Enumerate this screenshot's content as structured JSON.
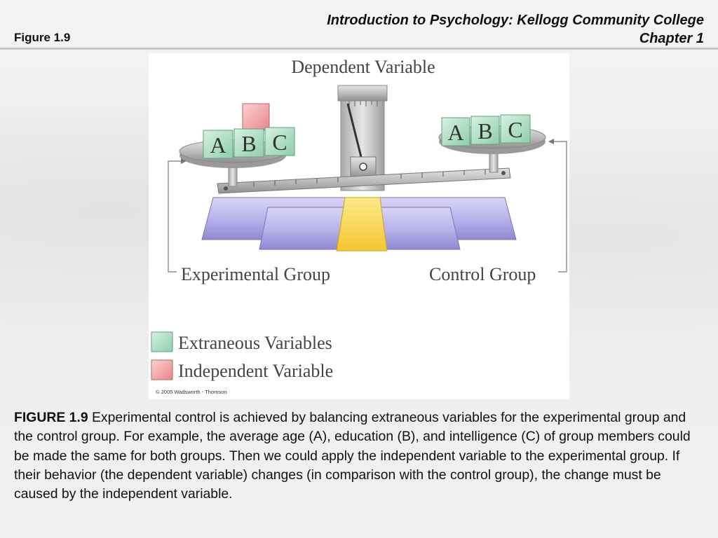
{
  "header": {
    "figure_label": "Figure 1.9",
    "title_line1": "Introduction to Psychology: Kellogg Community College",
    "title_line2": "Chapter 1"
  },
  "diagram": {
    "top_label": "Dependent Variable",
    "left_group_label": "Experimental Group",
    "right_group_label": "Control Group",
    "block_letters": [
      "A",
      "B",
      "C"
    ],
    "legend": [
      {
        "label": "Extraneous Variables",
        "color": "#a8dcc0"
      },
      {
        "label": "Independent Variable",
        "color": "#f2a6a8"
      }
    ],
    "copyright": "© 2005 Wadsworth - Thomson",
    "colors": {
      "extraneous_block": "#a8dcc0",
      "independent_block": "#f2a6a8",
      "base_blue": "#b9b4ea",
      "base_center": "#f8d34a",
      "metal": "#bdbdbd"
    }
  },
  "caption": {
    "lead": "FIGURE 1.9",
    "text": " Experimental control is achieved by balancing extraneous variables for the experimental group and the control group. For example, the average age (A), education (B), and intelligence (C) of group members could be made the same for both groups. Then we could apply the independent variable to the experimental group. If their behavior (the dependent variable) changes (in comparison with the control group), the change must be caused by the independent variable."
  }
}
